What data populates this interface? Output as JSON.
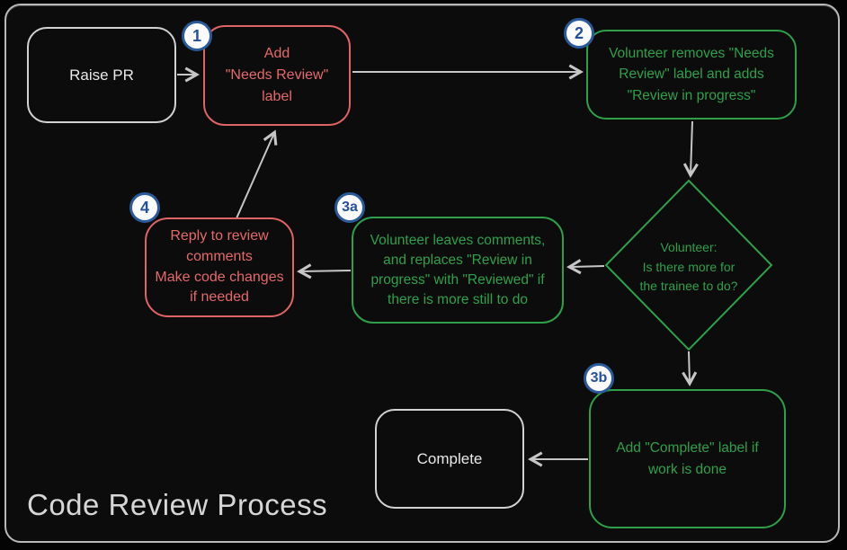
{
  "title": "Code Review Process",
  "colors": {
    "background": "#0c0c0c",
    "frame_border": "#b9b9b9",
    "red_accent": "#e06466",
    "green_accent": "#2ea04a",
    "badge_blue": "#2b5a9a",
    "badge_fill": "#fbfbfb",
    "arrow_gray": "#c6c6c6",
    "plain_text": "#e9e9e9",
    "title_gray": "#d6d6d6"
  },
  "nodes": {
    "raise_pr": {
      "label": "Raise PR"
    },
    "step1": {
      "badge": "1",
      "lines": [
        "Add",
        "\"Needs Review\"",
        "label"
      ]
    },
    "step2": {
      "badge": "2",
      "lines": [
        "Volunteer removes \"Needs",
        "Review\" label and adds",
        "\"Review in progress\""
      ]
    },
    "decision": {
      "lines": [
        "Volunteer:",
        "Is there more for",
        "the trainee to do?"
      ]
    },
    "step3a": {
      "badge": "3a",
      "lines": [
        "Volunteer leaves comments,",
        "and replaces \"Review in",
        "progress\" with \"Reviewed\" if",
        "there is more still to do"
      ]
    },
    "step4": {
      "badge": "4",
      "lines": [
        "Reply to review",
        "comments",
        "Make code changes",
        "if needed"
      ]
    },
    "step3b": {
      "badge": "3b",
      "lines": [
        "Add \"Complete\" label if",
        "work is done"
      ]
    },
    "complete": {
      "label": "Complete"
    }
  }
}
